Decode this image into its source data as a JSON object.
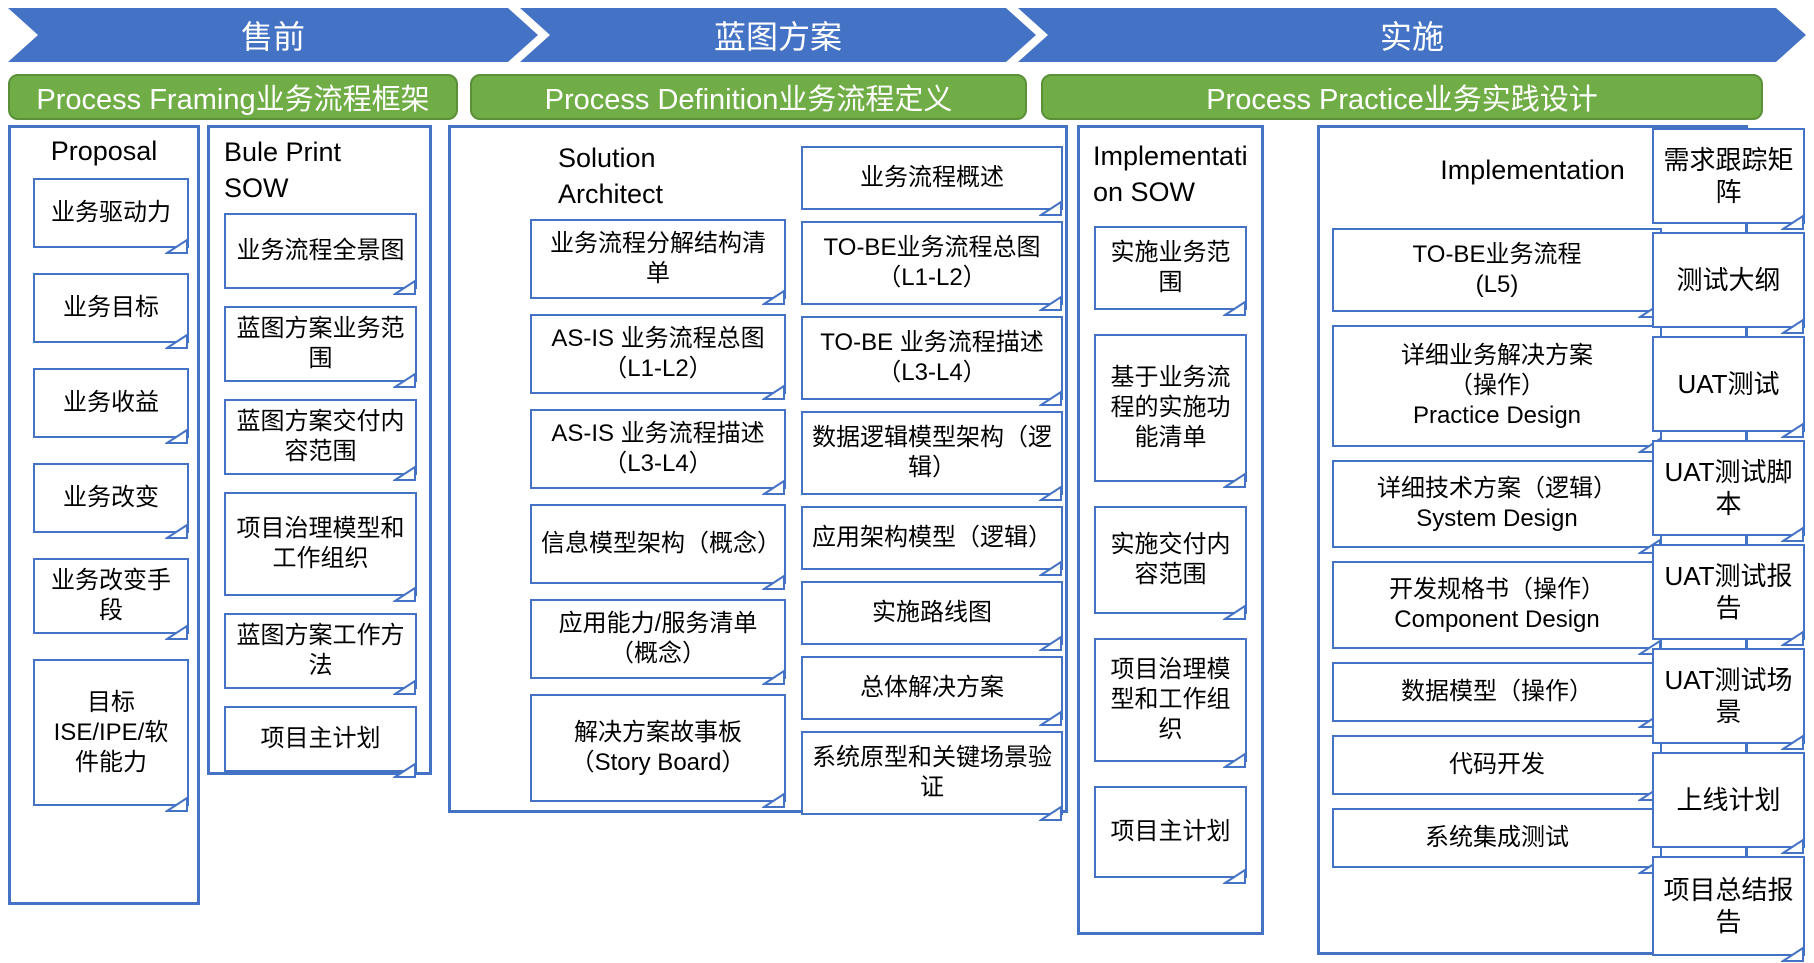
{
  "phases": [
    "售前",
    "蓝图方案",
    "实施"
  ],
  "stages": [
    "Process Framing业务流程框架",
    "Process Definition业务流程定义",
    "Process Practice业务实践设计"
  ],
  "proposal": {
    "title": "Proposal",
    "items": [
      "业务驱动力",
      "业务目标",
      "业务收益",
      "业务改变",
      "业务改变手段",
      "目标\nISE/IPE/软件能力"
    ]
  },
  "blueprint_sow": {
    "title": "Bule Print SOW",
    "items": [
      "业务流程全景图",
      "蓝图方案业务范围",
      "蓝图方案交付内容范围",
      "项目治理模型和工作组织",
      "蓝图方案工作方法",
      "项目主计划"
    ]
  },
  "solution_architect": {
    "title": "Solution Architect",
    "items": [
      "业务流程分解结构清单",
      "AS-IS 业务流程总图（L1-L2）",
      "AS-IS 业务流程描述（L3-L4）",
      "信息模型架构（概念）",
      "应用能力/服务清单（概念）",
      "解决方案故事板（Story Board）"
    ]
  },
  "definition_outputs": {
    "items": [
      "业务流程概述",
      "TO-BE业务流程总图（L1-L2）",
      "TO-BE 业务流程描述（L3-L4）",
      "数据逻辑模型架构（逻辑）",
      "应用架构模型（逻辑）",
      "实施路线图",
      "总体解决方案",
      "系统原型和关键场景验证"
    ]
  },
  "implementation_sow": {
    "title": "Implementation SOW",
    "items": [
      "实施业务范围",
      "基于业务流程的实施功能清单",
      "实施交付内容范围",
      "项目治理模型和工作组织",
      "项目主计划"
    ]
  },
  "implementation": {
    "title": "Implementation",
    "items": [
      "TO-BE业务流程\n(L5)",
      "详细业务解决方案\n（操作）\nPractice Design",
      "详细技术方案（逻辑）\nSystem Design",
      "开发规格书（操作）\nComponent Design",
      "数据模型（操作）",
      "代码开发",
      "系统集成测试"
    ]
  },
  "practice_outputs": {
    "items": [
      "需求跟踪矩阵",
      "测试大纲",
      "UAT测试",
      "UAT测试脚本",
      "UAT测试报告",
      "UAT测试场景",
      "上线计划",
      "项目总结报告"
    ]
  },
  "colors": {
    "phase_blue": "#4472C4",
    "stage_green": "#70AD47",
    "stage_green_border": "#5a9038",
    "box_border": "#4472C4",
    "text": "#000000"
  }
}
